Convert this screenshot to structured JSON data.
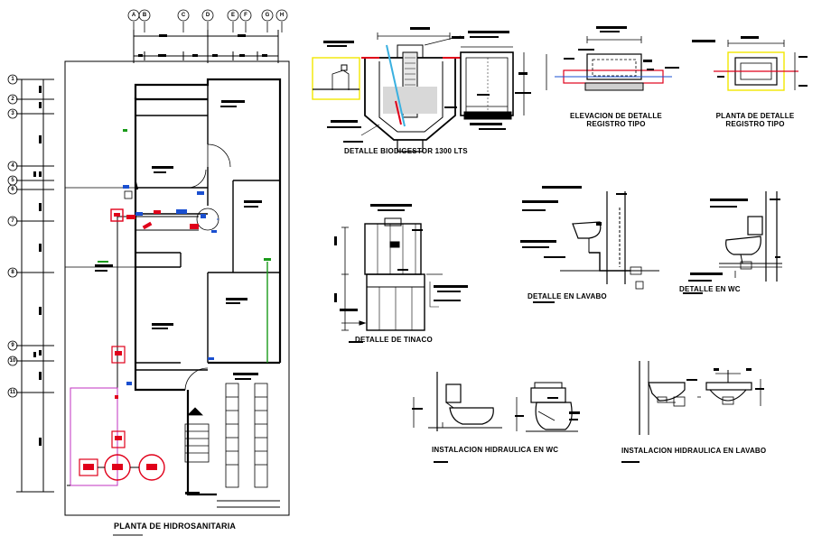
{
  "drawing": {
    "plan_title": "PLANTA DE HIDROSANITARIA",
    "grid_columns": [
      "A",
      "B",
      "C",
      "D",
      "E",
      "F",
      "G",
      "H"
    ],
    "grid_rows": [
      "1",
      "2",
      "3",
      "4",
      "5",
      "6",
      "7",
      "8",
      "9",
      "10",
      "11"
    ],
    "details": {
      "biodigestor": "DETALLE BIODIGESTOR 1300 LTS",
      "registro_elevacion_line1": "ELEVACION DE DETALLE",
      "registro_elevacion_line2": "REGISTRO TIPO",
      "registro_planta_line1": "PLANTA DE DETALLE",
      "registro_planta_line2": "REGISTRO TIPO",
      "tinaco": "DETALLE DE TINACO",
      "lavabo": "DETALLE EN LAVABO",
      "wc": "DETALLE EN WC",
      "inst_wc": "INSTALACION HIDRAULICA EN WC",
      "inst_lavabo": "INSTALACION HIDRAULICA EN LAVABO"
    }
  },
  "colors": {
    "line": "#000000",
    "water_red": "#e0001a",
    "drain_blue": "#1a4fd0",
    "vent_green": "#1a9a1a",
    "outline_yellow": "#f2e600",
    "lot_magenta": "#c030c0",
    "tank_cyan": "#3ab0e0"
  }
}
